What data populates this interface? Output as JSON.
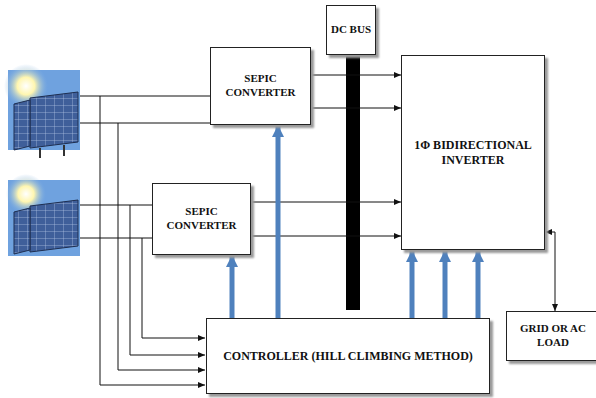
{
  "diagram": {
    "nodes": [
      {
        "text": [
          "DC BUS"
        ]
      },
      {
        "text": [
          "SEPIC CONVERTER"
        ]
      },
      {
        "text": [
          "1Φ BIDIRECTIONAL INVERTER"
        ]
      },
      {
        "text": [
          "SEPIC CONVERTER"
        ]
      },
      {
        "text": [
          "GRID OR AC LOAD"
        ]
      },
      {
        "text": [
          "CONTROLLER (HILL CLIMBING METHOD)"
        ]
      }
    ],
    "edges": [
      {
        "from": 1,
        "to": 2,
        "arrow": "to"
      },
      {
        "from": 1,
        "to": 2,
        "arrow": "to"
      },
      {
        "from": 3,
        "to": 2,
        "arrow": "to"
      },
      {
        "from": 3,
        "to": 2,
        "arrow": "to"
      },
      {
        "from": 5,
        "to": 1,
        "arrow": "to"
      },
      {
        "from": 5,
        "to": 3,
        "arrow": "to"
      },
      {
        "from": 5,
        "to": 2,
        "arrow": "to"
      },
      {
        "from": 5,
        "to": 2,
        "arrow": "to"
      },
      {
        "from": 5,
        "to": 2,
        "arrow": "to"
      },
      {
        "from": 2,
        "to": 4,
        "arrow": "both"
      }
    ]
  }
}
